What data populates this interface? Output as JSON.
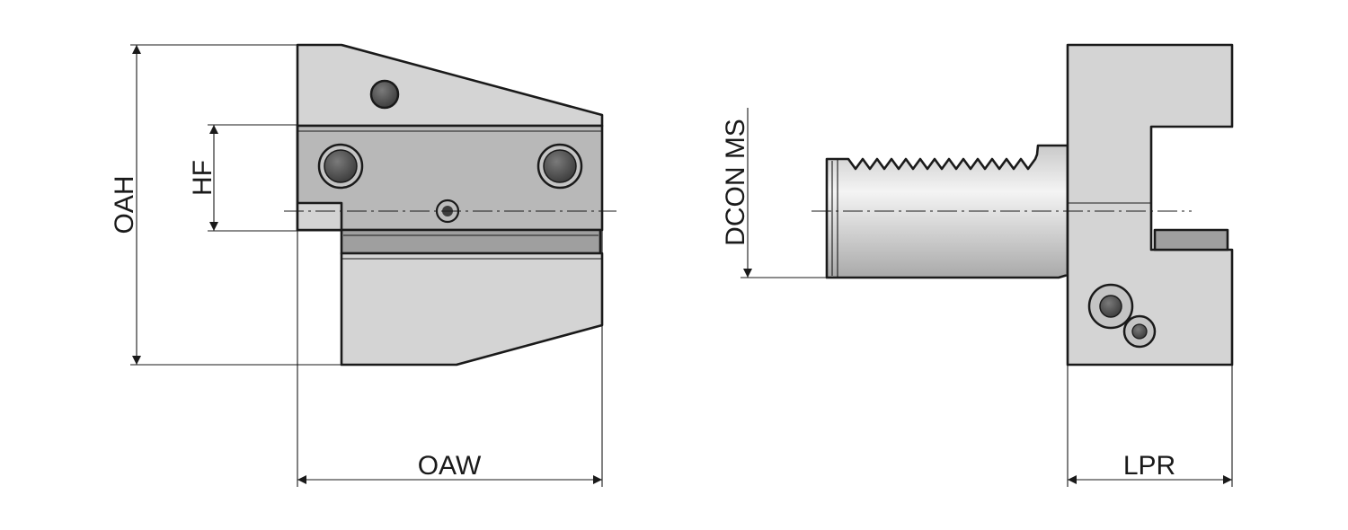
{
  "dimensions": {
    "overall_height": "OAH",
    "functional_height": "HF",
    "overall_width": "OAW",
    "connection_diameter": "DCON MS",
    "protruding_length": "LPR"
  }
}
